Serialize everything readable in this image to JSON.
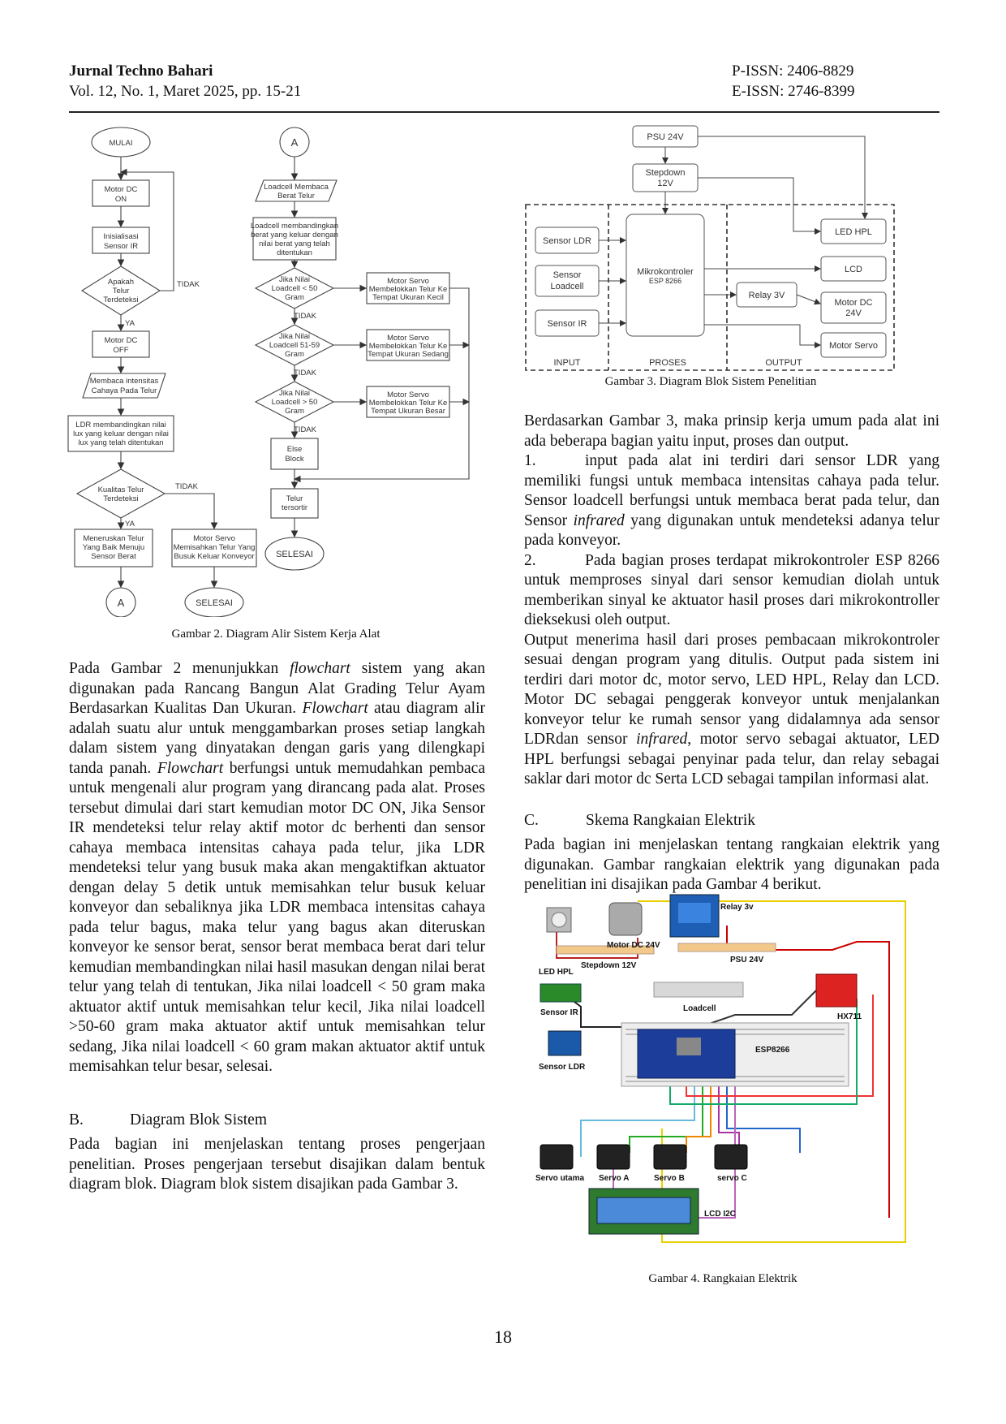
{
  "header": {
    "journal": "Jurnal Techno Bahari",
    "volume": "Vol. 12, No. 1, Maret 2025, pp. 15-21",
    "pissn": "P-ISSN: 2406-8829",
    "eissn": "E-ISSN: 2746-8399"
  },
  "figure2": {
    "caption": "Gambar 2. Diagram Alir Sistem Kerja Alat",
    "left": {
      "start": "MULAI",
      "motor_on_1": "Motor DC",
      "motor_on_2": "ON",
      "init_1": "Inisialisasi",
      "init_2": "Sensor IR",
      "detect_1": "Apakah",
      "detect_2": "Telur",
      "detect_3": "Terdeteksi",
      "no": "TIDAK",
      "yes": "YA",
      "motor_off_1": "Motor DC",
      "motor_off_2": "OFF",
      "read_1": "Membaca intensitas",
      "read_2": "Cahaya Pada Telur",
      "ldr_1": "LDR membandingkan nilai",
      "ldr_2": "lux yang keluar dengan nilai",
      "ldr_3": "lux yang telah ditentukan",
      "quality_1": "Kualitas Telur",
      "quality_2": "Terdeteksi",
      "forward_1": "Meneruskan Telur",
      "forward_2": "Yang Baik Menuju",
      "forward_3": "Sensor Berat",
      "reject_1": "Motor Servo",
      "reject_2": "Memisahkan Telur Yang",
      "reject_3": "Busuk Keluar Konveyor",
      "connector": "A",
      "end": "SELESAI"
    },
    "right": {
      "connector": "A",
      "weigh_1": "Loadcell Membaca",
      "weigh_2": "Berat Telur",
      "cmp_1": "Loadcell membandingkan",
      "cmp_2": "berat yang keluar dengan",
      "cmp_3": "nilai berat yang telah",
      "cmp_4": "ditentukan",
      "d1_1": "Jika Nilai",
      "d1_2": "Loadcell < 50",
      "d1_3": "Gram",
      "d2_1": "Jika Nilai",
      "d2_2": "Loadcell 51-59",
      "d2_3": "Gram",
      "d3_1": "Jika Nilai",
      "d3_2": "Loadcell > 50",
      "d3_3": "Gram",
      "s1_1": "Motor Servo",
      "s1_2": "Membelokkan Telur Ke",
      "s1_3": "Tempat Ukuran Kecil",
      "s2_1": "Motor Servo",
      "s2_2": "Membelokkan Telur Ke",
      "s2_3": "Tempat Ukuran Sedang",
      "s3_1": "Motor Servo",
      "s3_2": "Membelokkan Telur Ke",
      "s3_3": "Tempat Ukuran Besar",
      "no": "TIDAK",
      "else_1": "Else",
      "else_2": "Block",
      "sorted_1": "Telur",
      "sorted_2": "tersortir",
      "end": "SELESAI"
    }
  },
  "figure3": {
    "caption": "Gambar 3. Diagram Blok Sistem Penelitian",
    "psu": "PSU 24V",
    "stepdown_1": "Stepdown",
    "stepdown_2": "12V",
    "sensor_ldr": "Sensor LDR",
    "loadcell_1": "Sensor",
    "loadcell_2": "Loadcell",
    "sensor_ir": "Sensor IR",
    "mcu_1": "Mikrokontroler",
    "mcu_2": "ESP 8266",
    "relay": "Relay 3V",
    "led": "LED HPL",
    "lcd": "LCD",
    "motor_1": "Motor DC",
    "motor_2": "24V",
    "servo": "Motor Servo",
    "input": "INPUT",
    "proses": "PROSES",
    "output": "OUTPUT"
  },
  "figure4": {
    "caption": "Gambar 4. Rangkaian Elektrik",
    "led_hpl": "LED HPL",
    "motor": "Motor DC 24V",
    "relay": "Relay 3v",
    "stepdown": "Stepdown 12V",
    "psu": "PSU 24V",
    "sensor_ir": "Sensor IR",
    "loadcell": "Loadcell",
    "hx711": "HX711",
    "sensor_ldr": "Sensor LDR",
    "esp": "ESP8266",
    "servo_main": "Servo utama",
    "servo_a": "Servo A",
    "servo_b": "Servo B",
    "servo_c": "servo C",
    "lcd": "LCD I2C"
  },
  "left_text": {
    "p1_a": "Pada Gambar 2 menunjukkan ",
    "p1_b": "flowchart",
    "p1_c": " sistem yang akan digunakan pada Rancang Bangun Alat Grading Telur Ayam Berdasarkan Kualitas Dan Ukuran. ",
    "p1_d": "Flowchart",
    "p1_e": " atau diagram alir adalah suatu alur untuk menggambarkan proses setiap langkah dalam sistem yang dinyatakan dengan garis yang dilengkapi tanda panah. ",
    "p1_f": "Flowchart",
    "p1_g": " berfungsi untuk memudahkan pembaca untuk mengenali alur program yang dirancang pada alat. Proses tersebut dimulai dari start kemudian motor DC ON, Jika Sensor IR mendeteksi telur relay aktif motor dc berhenti dan sensor cahaya membaca intensitas cahaya pada telur, jika LDR mendeteksi telur yang busuk maka akan mengaktifkan aktuator dengan delay 5 detik untuk memisahkan telur busuk keluar konveyor dan sebaliknya jika LDR membaca intensitas cahaya pada telur bagus, maka telur yang bagus akan diteruskan konveyor ke sensor berat, sensor berat membaca berat dari telur kemudian membandingkan nilai hasil masukan dengan nilai berat telur yang telah di tentukan, Jika nilai loadcell < 50 gram maka aktuator aktif untuk memisahkan telur kecil, Jika nilai loadcell >50-60 gram maka aktuator aktif untuk memisahkan telur sedang, Jika nilai loadcell < 60 gram makan aktuator aktif untuk memisahkan telur besar, selesai.",
    "secB_num": "B.",
    "secB_title": "Diagram Blok Sistem",
    "p2": "Pada bagian ini menjelaskan tentang proses pengerjaan penelitian. Proses pengerjaan tersebut disajikan dalam bentuk diagram blok. Diagram blok sistem disajikan pada Gambar 3."
  },
  "right_text": {
    "p1": "Berdasarkan Gambar 3, maka prinsip kerja umum pada alat ini ada beberapa bagian yaitu input, proses dan output.",
    "i1_num": "1.",
    "i1_a": "input pada alat ini terdiri dari sensor LDR yang memiliki fungsi untuk membaca intensitas cahaya pada telur. Sensor loadcell berfungsi untuk membaca berat pada telur, dan Sensor ",
    "i1_b": "infrared",
    "i1_c": " yang digunakan untuk mendeteksi adanya telur pada konveyor.",
    "i2_num": "2.",
    "i2": "Pada bagian proses terdapat mikrokontroler ESP 8266 untuk memproses sinyal dari sensor kemudian diolah untuk memberikan sinyal ke aktuator hasil proses dari mikrokontroller dieksekusi oleh output.",
    "p3_a": "Output menerima hasil dari proses pembacaan mikrokontroler sesuai dengan program yang ditulis. Output pada sistem ini terdiri dari motor dc, motor servo, LED HPL, Relay dan LCD. Motor DC sebagai penggerak konveyor untuk menjalankan konveyor telur ke rumah sensor yang didalamnya ada sensor LDRdan sensor ",
    "p3_b": "infrared",
    "p3_c": ", motor servo sebagai aktuator, LED HPL berfungsi sebagai penyinar pada telur, dan relay sebagai saklar dari motor dc Serta LCD sebagai tampilan informasi alat.",
    "secC_num": "C.",
    "secC_title": "Skema Rangkaian Elektrik",
    "p4": "Pada bagian ini menjelaskan tentang rangkaian elektrik yang digunakan. Gambar rangkaian elektrik yang digunakan pada penelitian ini disajikan pada Gambar 4 berikut."
  },
  "page_number": "18"
}
